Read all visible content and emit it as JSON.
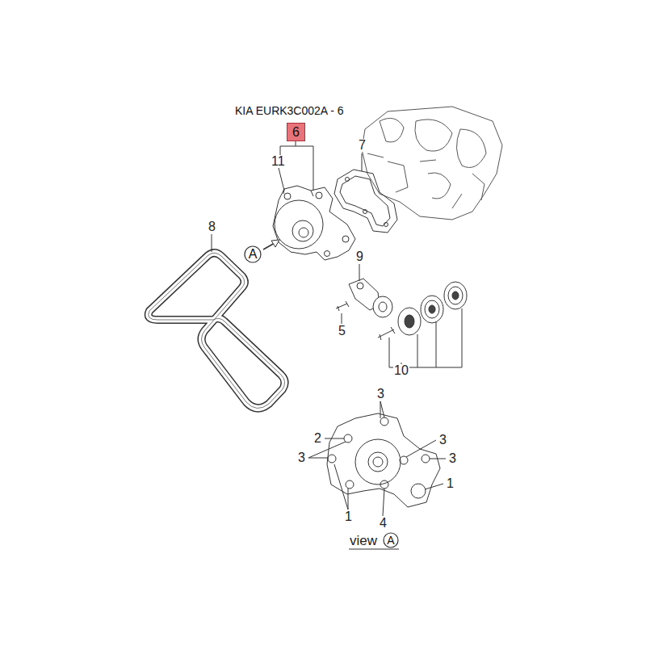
{
  "diagram": {
    "title": "KIA EURK3C002A - 6",
    "nodes": [
      {
        "text": [
          "6"
        ]
      },
      {
        "text": [
          "A"
        ]
      },
      {
        "text": [
          "A"
        ]
      }
    ],
    "labels": [
      "11",
      "7",
      "8",
      "9",
      "5",
      "10",
      "3",
      "2",
      "3",
      "3",
      "3",
      "1",
      "1",
      "4",
      "view"
    ]
  }
}
